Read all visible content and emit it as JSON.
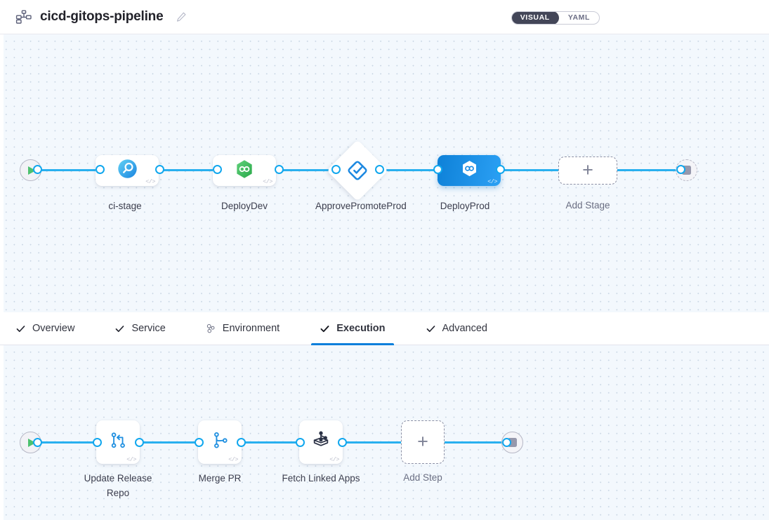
{
  "header": {
    "pipeline_icon": "pipeline-graph-icon",
    "title": "cicd-gitops-pipeline",
    "edit_icon": "pencil-edit-icon",
    "view_toggle": {
      "visual_label": "VISUAL",
      "yaml_label": "YAML",
      "active": "VISUAL",
      "active_bg": "#434658"
    }
  },
  "stage_graph": {
    "start_node": {
      "name": "pipeline-start",
      "icon": "play-icon",
      "color": "#4dc16e"
    },
    "end_node": {
      "name": "pipeline-end",
      "icon": "stop-square-icon",
      "color": "#9698ac"
    },
    "stages": [
      {
        "label": "ci-stage",
        "icon": "ci-build-icon",
        "type": "card",
        "selected": false,
        "code_badge": "</>"
      },
      {
        "label": "DeployDev",
        "icon": "kubernetes-hexagon-icon",
        "type": "card",
        "selected": false,
        "code_badge": "</>"
      },
      {
        "label": "ApprovePromoteProd",
        "icon": "approval-diamond-check-icon",
        "type": "diamond",
        "selected": false,
        "code_badge": ""
      },
      {
        "label": "DeployProd",
        "icon": "deploy-hexagon-infinity-icon",
        "type": "card",
        "selected": true,
        "code_badge": "</>"
      }
    ],
    "add_stage": {
      "label": "Add Stage",
      "icon": "plus-icon"
    },
    "edge_color": "#29b0ef",
    "port_color": "#11a7ee"
  },
  "tabs": [
    {
      "label": "Overview",
      "icon": "check-icon",
      "active": false
    },
    {
      "label": "Service",
      "icon": "check-icon",
      "active": false
    },
    {
      "label": "Environment",
      "icon": "environment-cluster-icon",
      "active": false
    },
    {
      "label": "Execution",
      "icon": "check-icon",
      "active": true
    },
    {
      "label": "Advanced",
      "icon": "check-icon",
      "active": false
    }
  ],
  "step_graph": {
    "start_node": {
      "name": "execution-start",
      "icon": "play-icon",
      "color": "#4dc16e"
    },
    "end_node": {
      "name": "execution-end",
      "icon": "stop-square-icon",
      "color": "#9698ac"
    },
    "steps": [
      {
        "label": "Update Release Repo",
        "icon": "git-update-branch-icon",
        "code_badge": "</>"
      },
      {
        "label": "Merge PR",
        "icon": "git-merge-branch-icon",
        "code_badge": "</>"
      },
      {
        "label": "Fetch Linked Apps",
        "icon": "gitops-fetch-apps-icon",
        "code_badge": "</>"
      }
    ],
    "add_step": {
      "label": "Add Step",
      "icon": "plus-icon"
    }
  },
  "theme": {
    "canvas_bg": "#f3f8fd",
    "dot_color": "#c9d6e4",
    "accent_blue": "#0a7fdb",
    "selected_gradient_from": "#0e81d8",
    "selected_gradient_to": "#2ba0f4"
  }
}
